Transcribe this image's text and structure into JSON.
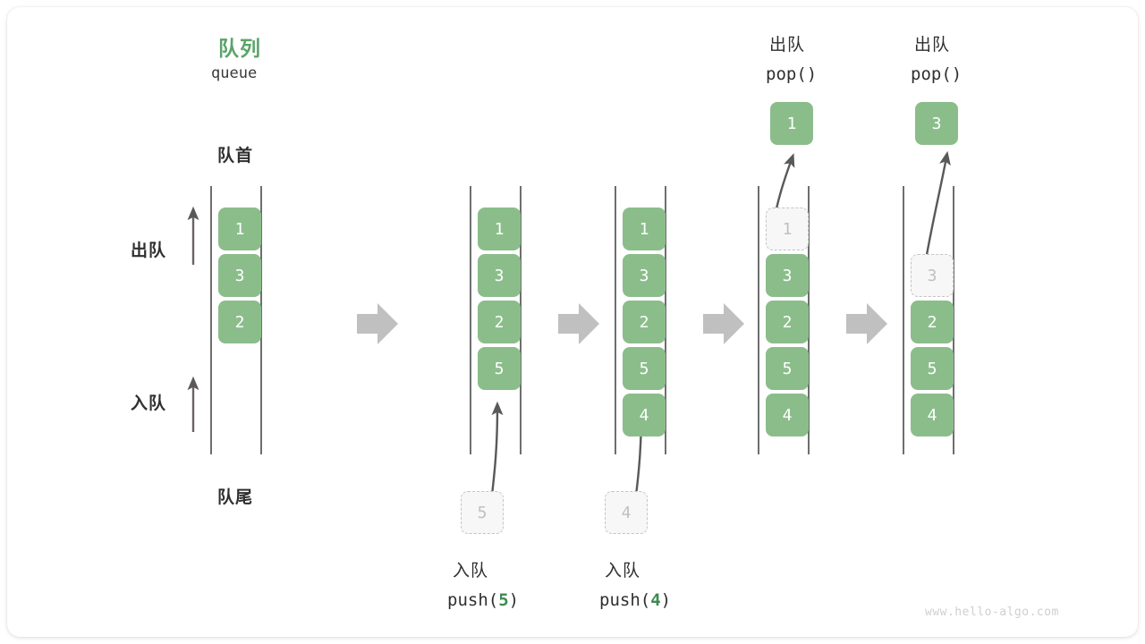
{
  "diagram": {
    "title_cn": "队列",
    "title_en": "queue",
    "front_label": "队首",
    "rear_label": "队尾",
    "dequeue_label": "出队",
    "enqueue_label": "入队",
    "watermark": "www.hello-algo.com",
    "accent_green": "#5aa469",
    "cell_green": "#8bbd8b",
    "ghost_gray": "#c0c0c0",
    "arrow_gray": "#c0c0c0"
  },
  "ops": {
    "pop_cn": "出队",
    "pop_code": "pop()",
    "push_cn": "入队",
    "push5_code_prefix": "push(",
    "push5_arg": "5",
    "push5_code_suffix": ")",
    "push4_code_prefix": "push(",
    "push4_arg": "4",
    "push4_code_suffix": ")"
  },
  "columns": [
    {
      "name": "initial-queue",
      "cells": [
        "1",
        "3",
        "2"
      ],
      "ghost": null,
      "popped": null
    },
    {
      "name": "after-push-5",
      "cells": [
        "1",
        "3",
        "2",
        "5"
      ],
      "ghost": "5",
      "popped": null
    },
    {
      "name": "after-push-4",
      "cells": [
        "1",
        "3",
        "2",
        "5",
        "4"
      ],
      "ghost": "4",
      "popped": null
    },
    {
      "name": "after-pop-1",
      "cells": [
        "3",
        "2",
        "5",
        "4"
      ],
      "ghost": "1",
      "popped": "1"
    },
    {
      "name": "after-pop-3",
      "cells": [
        "2",
        "5",
        "4"
      ],
      "ghost": "3",
      "popped": "3"
    }
  ]
}
